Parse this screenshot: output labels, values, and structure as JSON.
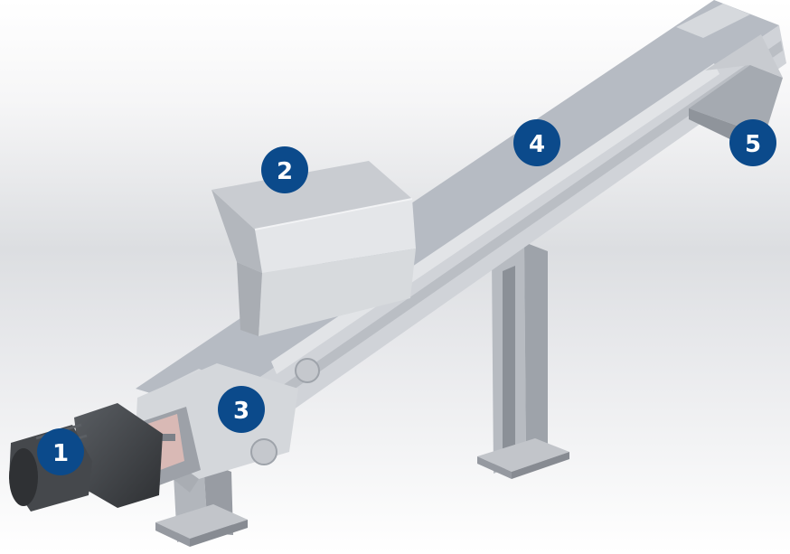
{
  "callouts": [
    {
      "label": "1",
      "part": "motor"
    },
    {
      "label": "2",
      "part": "inlet-hopper"
    },
    {
      "label": "3",
      "part": "feed-housing"
    },
    {
      "label": "4",
      "part": "conveyor-trough"
    },
    {
      "label": "5",
      "part": "discharge-outlet"
    }
  ],
  "colors": {
    "badge": "#0b4a8b",
    "steel_light": "#c9ccd1",
    "steel_mid": "#a9adb3",
    "steel_dark": "#7f848b",
    "motor": "#3f4246"
  }
}
